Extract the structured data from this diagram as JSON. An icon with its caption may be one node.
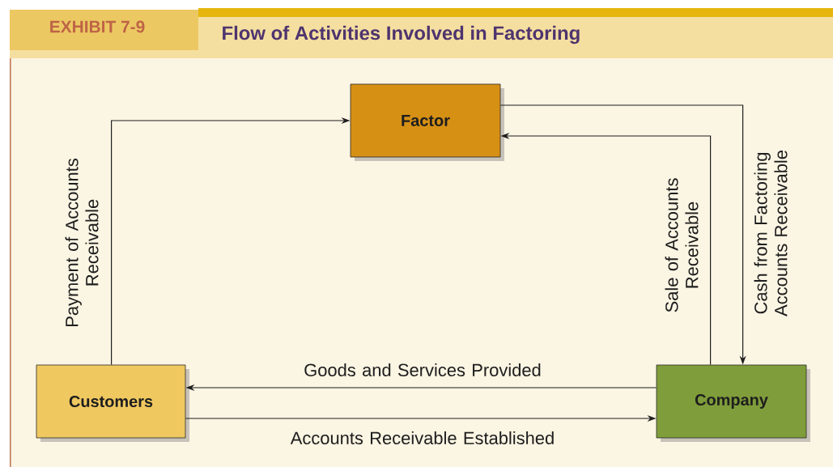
{
  "diagram": {
    "title": "Flow of Activities Involved in Factoring",
    "nodes": [
      {
        "text": [
          "Factor"
        ]
      },
      {
        "text": [
          "Customers"
        ]
      },
      {
        "text": [
          "Company"
        ]
      }
    ],
    "edges": [
      {
        "from": 1,
        "to": 0,
        "arrow": "to",
        "label": "Payment of Accounts Receivable"
      },
      {
        "from": 2,
        "to": 0,
        "arrow": "to",
        "label": "Sale of Accounts Receivable"
      },
      {
        "from": 0,
        "to": 2,
        "arrow": "to",
        "label": "Cash from Factoring Accounts Receivable"
      },
      {
        "from": 2,
        "to": 1,
        "arrow": "to",
        "label": "Goods and Services Provided"
      },
      {
        "from": 1,
        "to": 2,
        "arrow": "to",
        "label": "Accounts Receivable Established"
      }
    ],
    "labels": [
      "EXHIBIT 7-9"
    ]
  }
}
